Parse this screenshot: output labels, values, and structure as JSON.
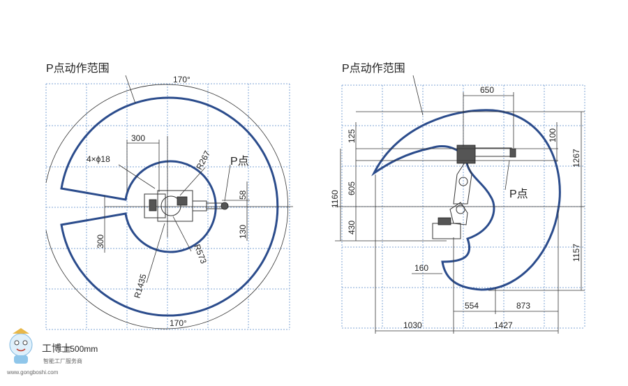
{
  "left_view": {
    "title": "P点动作范围",
    "angle_top": "170°",
    "angle_bottom": "170°",
    "hole_spec": "4×ϕ18",
    "point_label": "P点",
    "radius_inner": "R267",
    "radius_mid": "R573",
    "radius_outer": "R1435",
    "dim_300_top": "300",
    "dim_300_left": "300",
    "dim_58": "58",
    "dim_130": "130"
  },
  "right_view": {
    "title": "P点动作范围",
    "point_label": "P点",
    "dim_650": "650",
    "dim_125": "125",
    "dim_605": "605",
    "dim_430": "430",
    "dim_1160": "1160",
    "dim_100": "100",
    "dim_1267": "1267",
    "dim_1157": "1157",
    "dim_160": "160",
    "dim_554": "554",
    "dim_873": "873",
    "dim_1030": "1030",
    "dim_1427": "1427"
  },
  "grid_note": "□=500mm",
  "watermark": {
    "brand": "工博士",
    "slogan": "智能工厂服务商",
    "url": "www.gongboshi.com"
  }
}
